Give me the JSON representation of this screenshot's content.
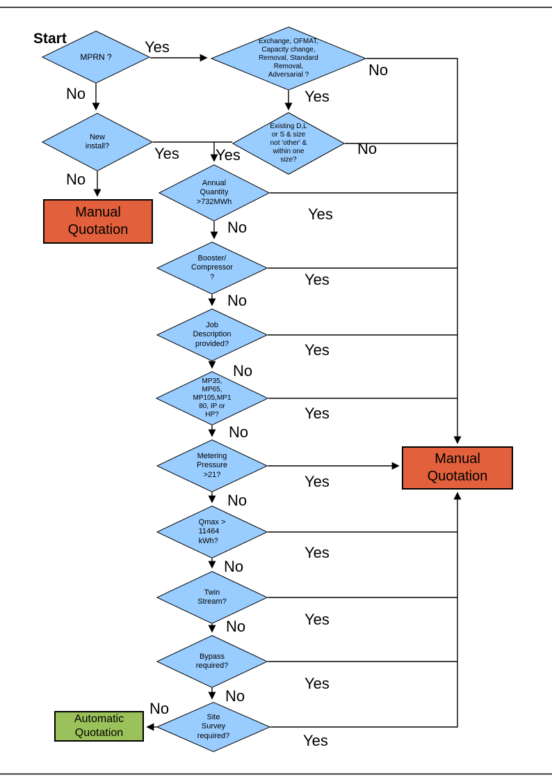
{
  "title": "Start",
  "colors": {
    "diamond_fill": "#99CCFF",
    "manual_fill": "#E2613C",
    "automatic_fill": "#9BC25A",
    "line_color": "#000000"
  },
  "decisions": {
    "mprn": "MPRN ?",
    "exchange": "Exchange, OFMAT,\nCapacity change,\nRemoval, Standard\nRemoval,\nAdversarial ?",
    "new_install": "New\ninstall?",
    "existing": "Existing D,L\nor S & size\nnot 'other' &\nwithin one\nsize?",
    "annual_quantity": "Annual\nQuantity\n>732MWh",
    "booster": "Booster/\nCompressor\n?",
    "job_description": "Job\nDescription\nprovided?",
    "meter_type": "MP35,\nMP65,\nMP105,MP1\n80, IP or\nHP?",
    "metering_pressure": "Metering\nPressure\n>21?",
    "qmax": "Qmax >\n11464\nkWh?",
    "twin_stream": "Twin\nStream?",
    "bypass": "Bypass\nrequired?",
    "site_survey": "Site\nSurvey\nrequired?"
  },
  "terminals": {
    "manual_left": "Manual\nQuotation",
    "manual_right": "Manual\nQuotation",
    "automatic": "Automatic\nQuotation"
  },
  "edge_labels": {
    "yes": "Yes",
    "no": "No"
  }
}
